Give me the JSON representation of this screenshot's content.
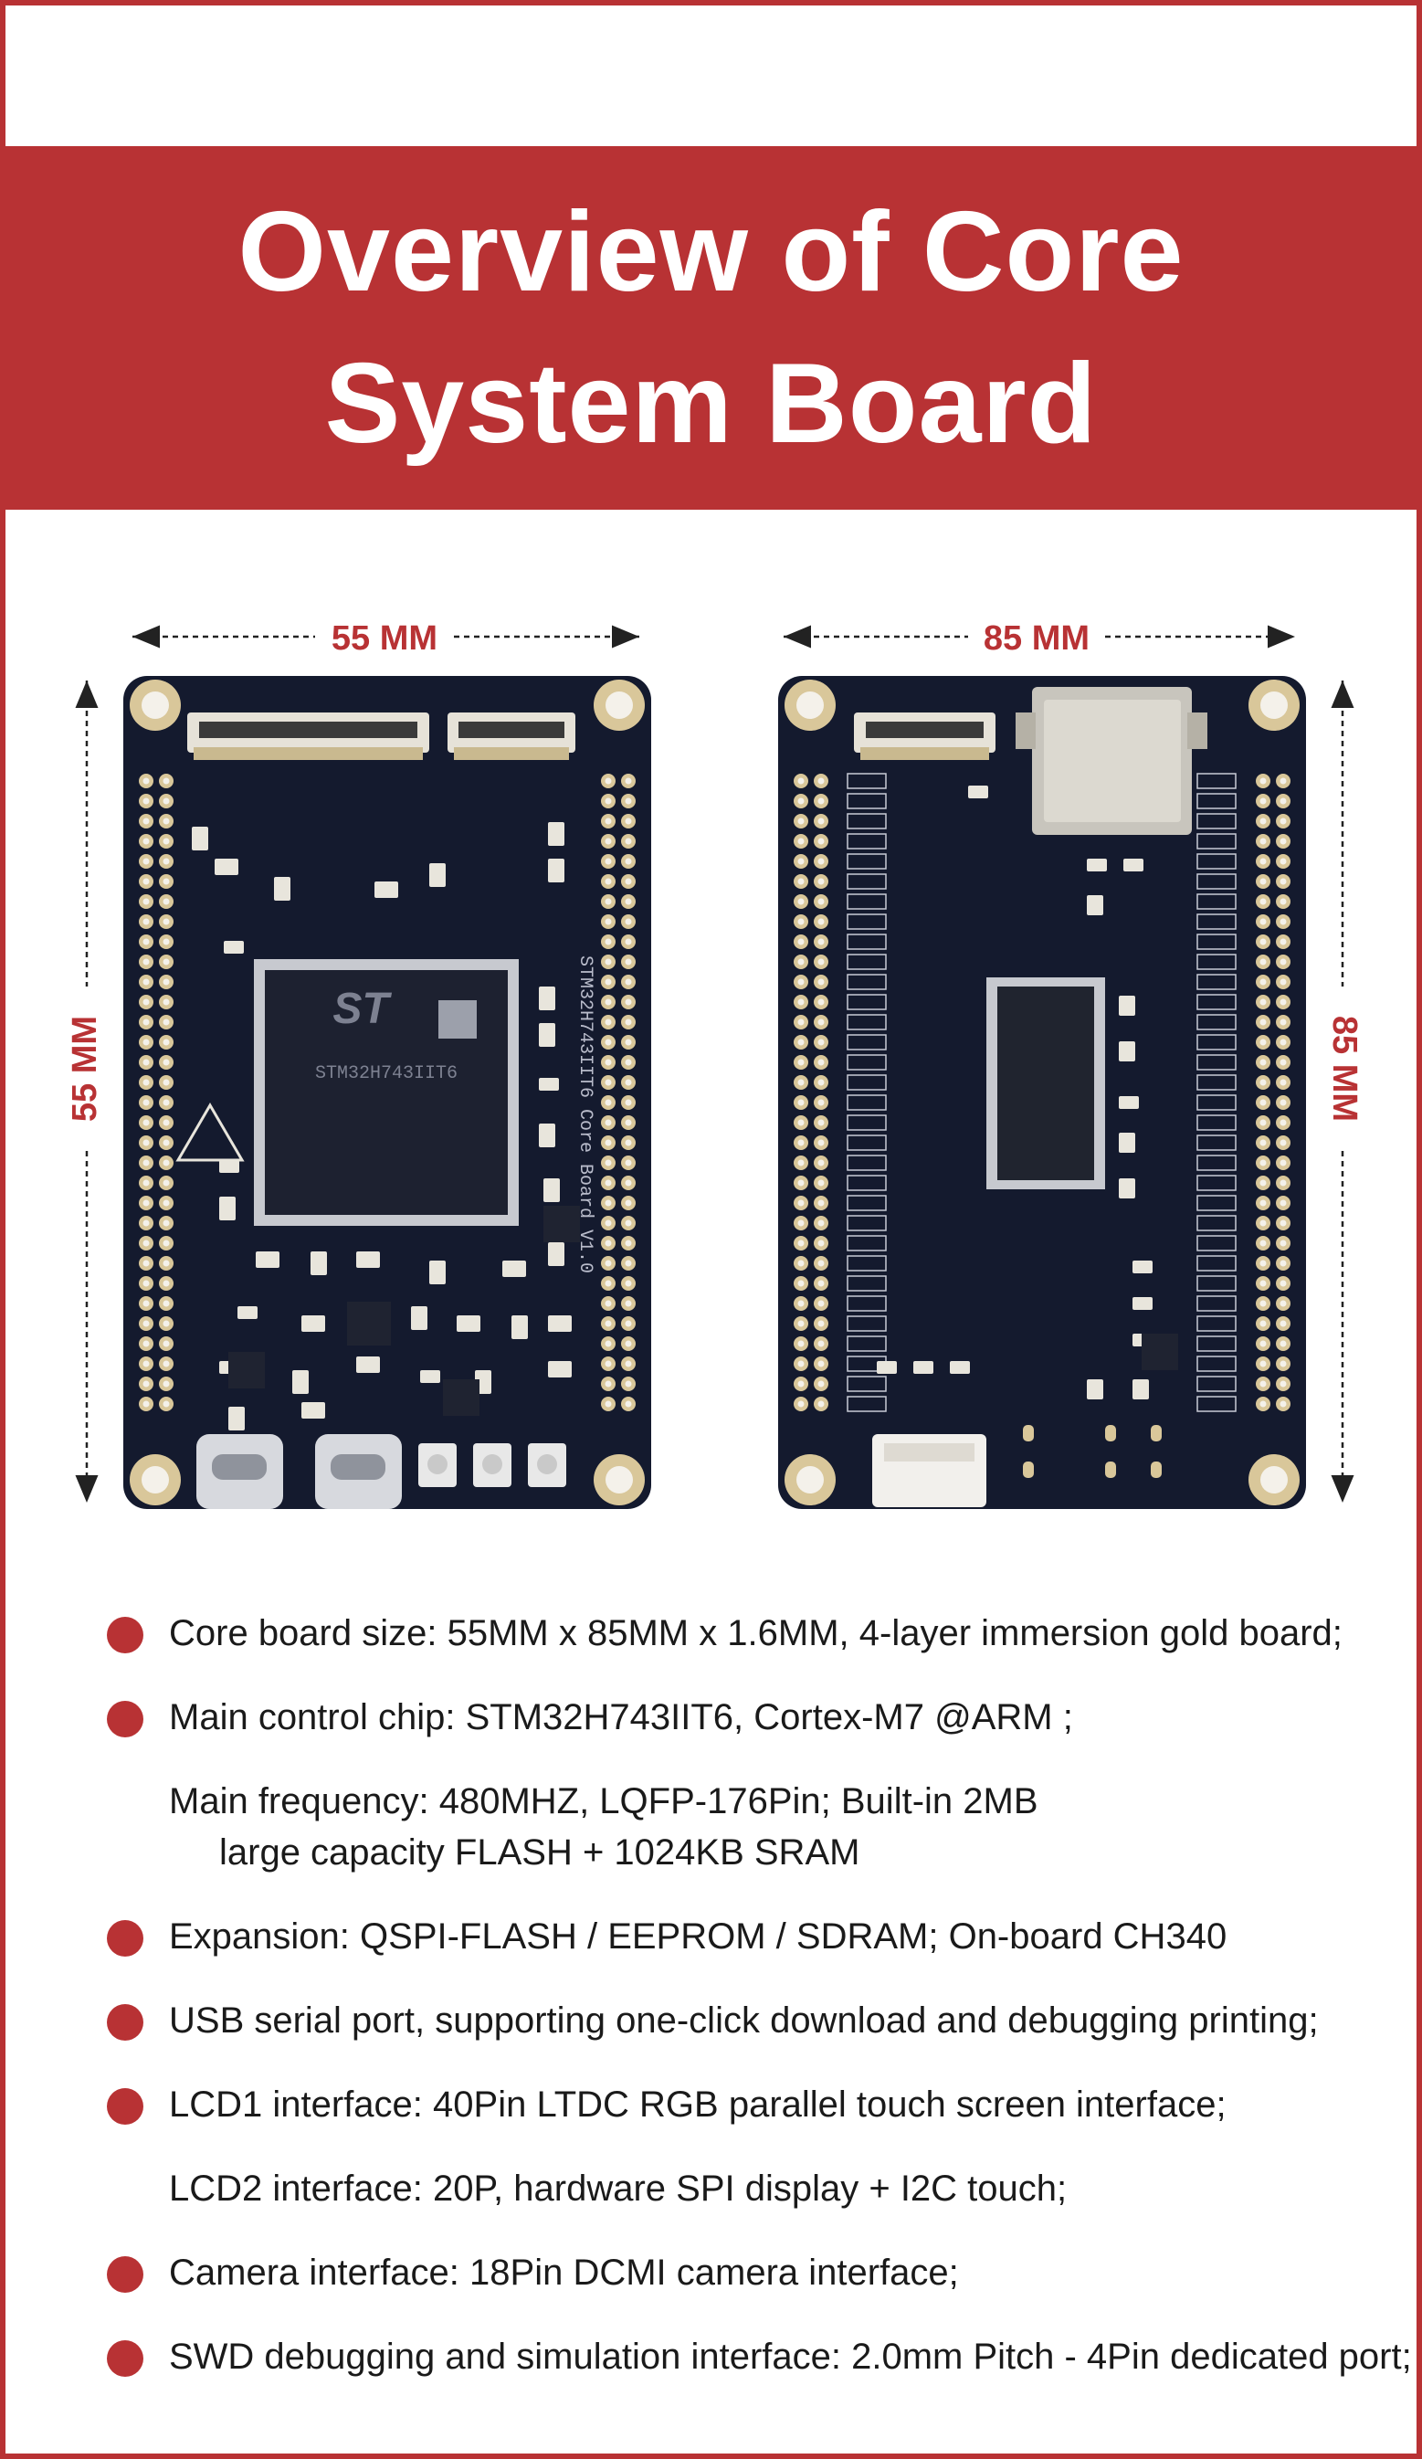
{
  "header": {
    "title_line1": "Overview of Core",
    "title_line2": "System Board"
  },
  "boards": {
    "front_width_label": "55 MM",
    "front_height_label": "55 MM",
    "back_width_label": "85 MM",
    "back_height_label": "85 MM",
    "chip_brand_mark": "ST",
    "chip_model": "STM32H743IIT6",
    "board_silk_text": "STM32H743IIT6 Core Board V1.0"
  },
  "specs": [
    {
      "bullet": true,
      "text": "Core board size: 55MM x 85MM x 1.6MM, 4-layer immersion gold board;"
    },
    {
      "bullet": true,
      "text": "Main control chip: STM32H743IIT6, Cortex-M7 @ARM ;"
    },
    {
      "bullet": false,
      "text": "Main frequency: 480MHZ, LQFP-176Pin; Built-in 2MB"
    },
    {
      "bullet": false,
      "text": "large capacity FLASH + 1024KB SRAM"
    },
    {
      "bullet": true,
      "text": "Expansion: QSPI-FLASH / EEPROM / SDRAM; On-board CH340"
    },
    {
      "bullet": true,
      "text": "USB serial port, supporting one-click download and debugging printing;"
    },
    {
      "bullet": true,
      "text": "LCD1 interface: 40Pin LTDC RGB parallel touch screen interface;"
    },
    {
      "bullet": false,
      "text": "LCD2 interface: 20P, hardware SPI display + I2C touch;"
    },
    {
      "bullet": true,
      "text": "Camera interface: 18Pin DCMI camera interface;"
    },
    {
      "bullet": true,
      "text": "SWD debugging and simulation interface: 2.0mm Pitch - 4Pin dedicated port;"
    }
  ],
  "colors": {
    "accent": "#b83234",
    "pcb": "#141a2e",
    "gold": "#d9c79a"
  }
}
